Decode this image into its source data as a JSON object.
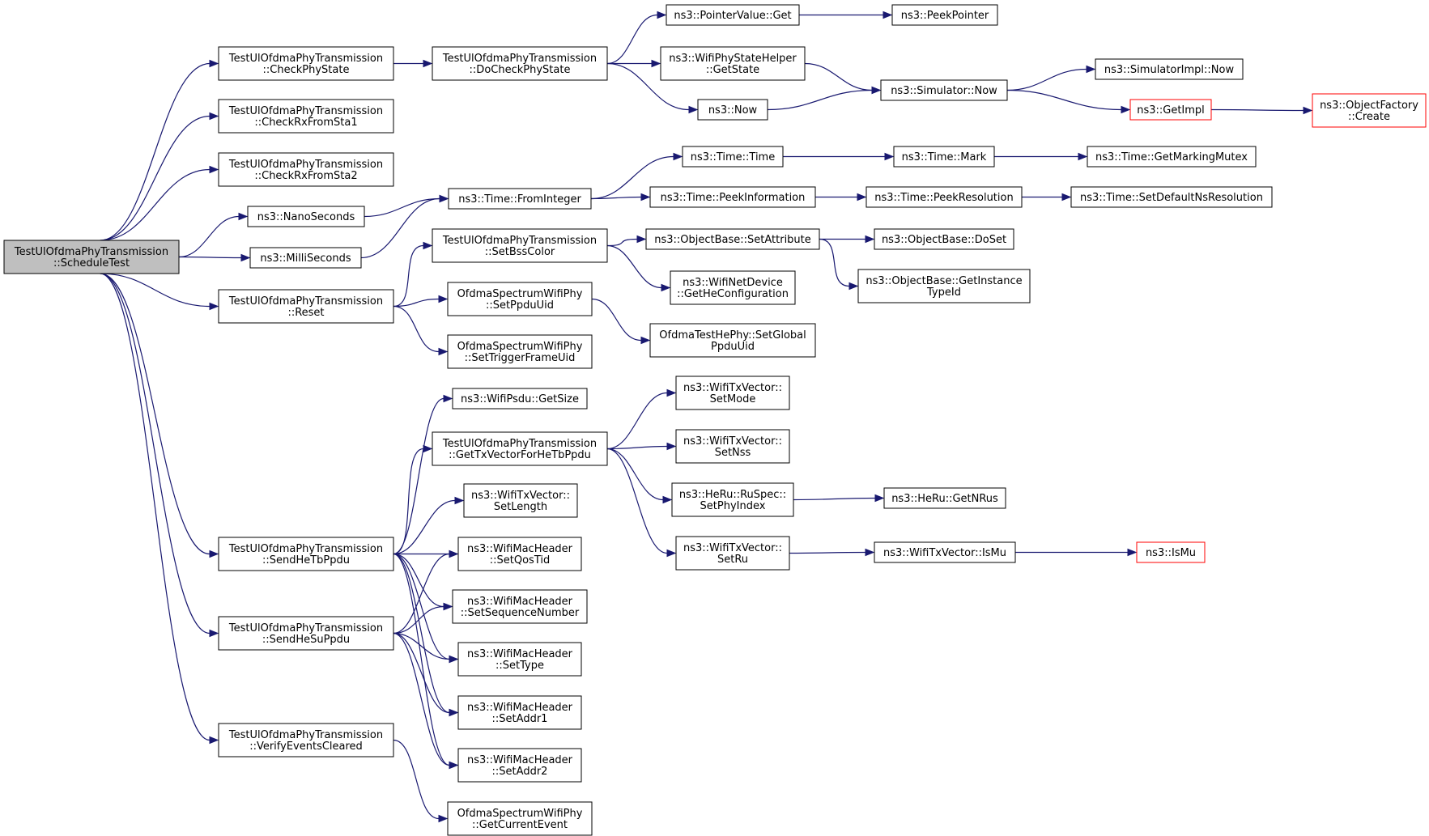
{
  "colors": {
    "edge": "#191970",
    "root_fill": "#bfbfbf",
    "node_border": "#000000",
    "truncated_border": "#ff0000"
  },
  "nodes": [
    {
      "id": "root",
      "lines": [
        "TestUlOfdmaPhyTransmission",
        "::ScheduleTest"
      ],
      "kind": "root"
    },
    {
      "id": "checkPhyState",
      "lines": [
        "TestUlOfdmaPhyTransmission",
        "::CheckPhyState"
      ]
    },
    {
      "id": "checkRx1",
      "lines": [
        "TestUlOfdmaPhyTransmission",
        "::CheckRxFromSta1"
      ]
    },
    {
      "id": "checkRx2",
      "lines": [
        "TestUlOfdmaPhyTransmission",
        "::CheckRxFromSta2"
      ]
    },
    {
      "id": "nanoSeconds",
      "lines": [
        "ns3::NanoSeconds"
      ]
    },
    {
      "id": "milliSeconds",
      "lines": [
        "ns3::MilliSeconds"
      ]
    },
    {
      "id": "reset",
      "lines": [
        "TestUlOfdmaPhyTransmission",
        "::Reset"
      ]
    },
    {
      "id": "sendHeTb",
      "lines": [
        "TestUlOfdmaPhyTransmission",
        "::SendHeTbPpdu"
      ]
    },
    {
      "id": "sendHeSu",
      "lines": [
        "TestUlOfdmaPhyTransmission",
        "::SendHeSuPpdu"
      ]
    },
    {
      "id": "verifyEvents",
      "lines": [
        "TestUlOfdmaPhyTransmission",
        "::VerifyEventsCleared"
      ]
    },
    {
      "id": "doCheckPhyState",
      "lines": [
        "TestUlOfdmaPhyTransmission",
        "::DoCheckPhyState"
      ]
    },
    {
      "id": "fromInteger",
      "lines": [
        "ns3::Time::FromInteger"
      ]
    },
    {
      "id": "setBssColor",
      "lines": [
        "TestUlOfdmaPhyTransmission",
        "::SetBssColor"
      ]
    },
    {
      "id": "setPpduUid",
      "lines": [
        "OfdmaSpectrumWifiPhy",
        "::SetPpduUid"
      ]
    },
    {
      "id": "setTriggerFrameUid",
      "lines": [
        "OfdmaSpectrumWifiPhy",
        "::SetTriggerFrameUid"
      ]
    },
    {
      "id": "psduGetSize",
      "lines": [
        "ns3::WifiPsdu::GetSize"
      ]
    },
    {
      "id": "getTxVector",
      "lines": [
        "TestUlOfdmaPhyTransmission",
        "::GetTxVectorForHeTbPpdu"
      ]
    },
    {
      "id": "setLength",
      "lines": [
        "ns3::WifiTxVector::",
        "SetLength"
      ]
    },
    {
      "id": "setQosTid",
      "lines": [
        "ns3::WifiMacHeader",
        "::SetQosTid"
      ]
    },
    {
      "id": "setSeqNum",
      "lines": [
        "ns3::WifiMacHeader",
        "::SetSequenceNumber"
      ]
    },
    {
      "id": "setType",
      "lines": [
        "ns3::WifiMacHeader",
        "::SetType"
      ]
    },
    {
      "id": "setAddr1",
      "lines": [
        "ns3::WifiMacHeader",
        "::SetAddr1"
      ]
    },
    {
      "id": "setAddr2",
      "lines": [
        "ns3::WifiMacHeader",
        "::SetAddr2"
      ]
    },
    {
      "id": "getCurrentEvent",
      "lines": [
        "OfdmaSpectrumWifiPhy",
        "::GetCurrentEvent"
      ]
    },
    {
      "id": "pointerValueGet",
      "lines": [
        "ns3::PointerValue::Get"
      ]
    },
    {
      "id": "stateHelperGetState",
      "lines": [
        "ns3::WifiPhyStateHelper",
        "::GetState"
      ]
    },
    {
      "id": "now",
      "lines": [
        "ns3::Now"
      ]
    },
    {
      "id": "timeTime",
      "lines": [
        "ns3::Time::Time"
      ]
    },
    {
      "id": "peekInformation",
      "lines": [
        "ns3::Time::PeekInformation"
      ]
    },
    {
      "id": "setAttribute",
      "lines": [
        "ns3::ObjectBase::SetAttribute"
      ]
    },
    {
      "id": "getHeConfig",
      "lines": [
        "ns3::WifiNetDevice",
        "::GetHeConfiguration"
      ]
    },
    {
      "id": "setGlobalPpduUid",
      "lines": [
        "OfdmaTestHePhy::SetGlobal",
        "PpduUid"
      ]
    },
    {
      "id": "setMode",
      "lines": [
        "ns3::WifiTxVector::",
        "SetMode"
      ]
    },
    {
      "id": "setNss",
      "lines": [
        "ns3::WifiTxVector::",
        "SetNss"
      ]
    },
    {
      "id": "setPhyIndex",
      "lines": [
        "ns3::HeRu::RuSpec::",
        "SetPhyIndex"
      ]
    },
    {
      "id": "setRu",
      "lines": [
        "ns3::WifiTxVector::",
        "SetRu"
      ]
    },
    {
      "id": "peekPointer",
      "lines": [
        "ns3::PeekPointer"
      ]
    },
    {
      "id": "simulatorNow",
      "lines": [
        "ns3::Simulator::Now"
      ]
    },
    {
      "id": "timeMark",
      "lines": [
        "ns3::Time::Mark"
      ]
    },
    {
      "id": "peekResolution",
      "lines": [
        "ns3::Time::PeekResolution"
      ]
    },
    {
      "id": "doSet",
      "lines": [
        "ns3::ObjectBase::DoSet"
      ]
    },
    {
      "id": "getInstanceTypeId",
      "lines": [
        "ns3::ObjectBase::GetInstance",
        "TypeId"
      ]
    },
    {
      "id": "heRuGetNRus",
      "lines": [
        "ns3::HeRu::GetNRus"
      ]
    },
    {
      "id": "isMuMethod",
      "lines": [
        "ns3::WifiTxVector::IsMu"
      ]
    },
    {
      "id": "simImplNow",
      "lines": [
        "ns3::SimulatorImpl::Now"
      ]
    },
    {
      "id": "getImpl",
      "lines": [
        "ns3::GetImpl"
      ],
      "kind": "trunc"
    },
    {
      "id": "getMarkingMutex",
      "lines": [
        "ns3::Time::GetMarkingMutex"
      ]
    },
    {
      "id": "setDefaultNsRes",
      "lines": [
        "ns3::Time::SetDefaultNsResolution"
      ]
    },
    {
      "id": "isMu",
      "lines": [
        "ns3::IsMu"
      ],
      "kind": "trunc"
    },
    {
      "id": "objectFactoryCreate",
      "lines": [
        "ns3::ObjectFactory",
        "::Create"
      ],
      "kind": "trunc"
    }
  ],
  "edges": [
    [
      "root",
      "checkPhyState"
    ],
    [
      "root",
      "checkRx1"
    ],
    [
      "root",
      "checkRx2"
    ],
    [
      "root",
      "nanoSeconds"
    ],
    [
      "root",
      "milliSeconds"
    ],
    [
      "root",
      "reset"
    ],
    [
      "root",
      "sendHeTb"
    ],
    [
      "root",
      "sendHeSu"
    ],
    [
      "root",
      "verifyEvents"
    ],
    [
      "checkPhyState",
      "doCheckPhyState"
    ],
    [
      "doCheckPhyState",
      "pointerValueGet"
    ],
    [
      "doCheckPhyState",
      "stateHelperGetState"
    ],
    [
      "doCheckPhyState",
      "now"
    ],
    [
      "pointerValueGet",
      "peekPointer"
    ],
    [
      "stateHelperGetState",
      "simulatorNow"
    ],
    [
      "now",
      "simulatorNow"
    ],
    [
      "simulatorNow",
      "simImplNow"
    ],
    [
      "simulatorNow",
      "getImpl"
    ],
    [
      "getImpl",
      "objectFactoryCreate"
    ],
    [
      "nanoSeconds",
      "fromInteger"
    ],
    [
      "milliSeconds",
      "fromInteger"
    ],
    [
      "fromInteger",
      "timeTime"
    ],
    [
      "fromInteger",
      "peekInformation"
    ],
    [
      "timeTime",
      "timeMark"
    ],
    [
      "timeMark",
      "getMarkingMutex"
    ],
    [
      "peekInformation",
      "peekResolution"
    ],
    [
      "peekResolution",
      "setDefaultNsRes"
    ],
    [
      "reset",
      "setBssColor"
    ],
    [
      "reset",
      "setPpduUid"
    ],
    [
      "reset",
      "setTriggerFrameUid"
    ],
    [
      "setBssColor",
      "setAttribute"
    ],
    [
      "setBssColor",
      "getHeConfig"
    ],
    [
      "setAttribute",
      "doSet"
    ],
    [
      "setAttribute",
      "getInstanceTypeId"
    ],
    [
      "setPpduUid",
      "setGlobalPpduUid"
    ],
    [
      "sendHeTb",
      "psduGetSize"
    ],
    [
      "sendHeTb",
      "getTxVector"
    ],
    [
      "sendHeTb",
      "setLength"
    ],
    [
      "sendHeTb",
      "setQosTid"
    ],
    [
      "sendHeTb",
      "setSeqNum"
    ],
    [
      "sendHeTb",
      "setType"
    ],
    [
      "sendHeTb",
      "setAddr1"
    ],
    [
      "sendHeTb",
      "setAddr2"
    ],
    [
      "getTxVector",
      "setMode"
    ],
    [
      "getTxVector",
      "setNss"
    ],
    [
      "getTxVector",
      "setPhyIndex"
    ],
    [
      "getTxVector",
      "setRu"
    ],
    [
      "setPhyIndex",
      "heRuGetNRus"
    ],
    [
      "setRu",
      "isMuMethod"
    ],
    [
      "isMuMethod",
      "isMu"
    ],
    [
      "sendHeSu",
      "setQosTid"
    ],
    [
      "sendHeSu",
      "setSeqNum"
    ],
    [
      "sendHeSu",
      "setType"
    ],
    [
      "sendHeSu",
      "setAddr1"
    ],
    [
      "sendHeSu",
      "setAddr2"
    ],
    [
      "verifyEvents",
      "getCurrentEvent"
    ]
  ]
}
